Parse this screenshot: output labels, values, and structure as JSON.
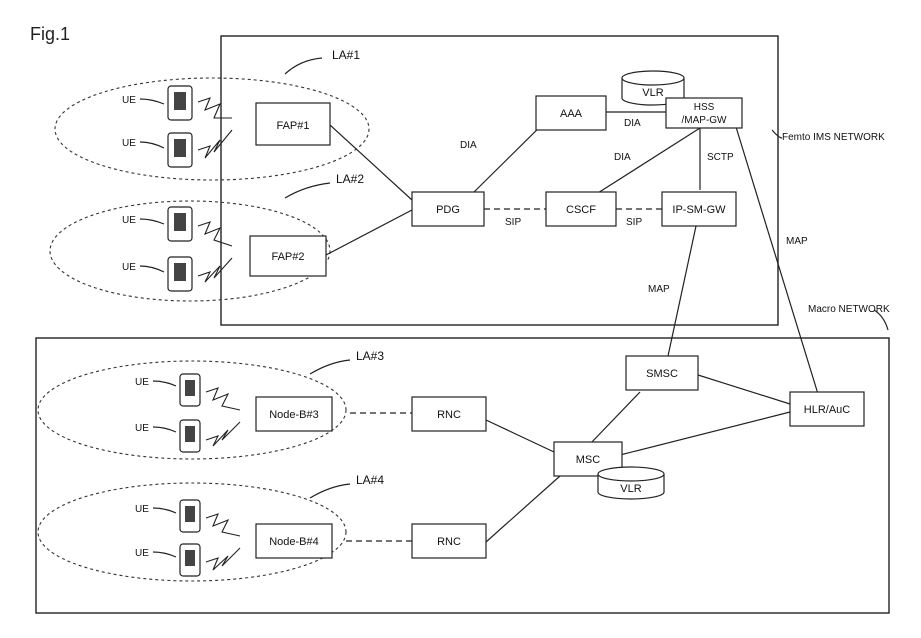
{
  "figure": {
    "label": "Fig.1"
  },
  "networks": {
    "femto": "Femto IMS NETWORK",
    "macro": "Macro NETWORK"
  },
  "location_areas": {
    "la1": "LA#1",
    "la2": "LA#2",
    "la3": "LA#3",
    "la4": "LA#4"
  },
  "ue_label": "UE",
  "nodes": {
    "fap1": "FAP#1",
    "fap2": "FAP#2",
    "pdg": "PDG",
    "aaa": "AAA",
    "vlr_top": "VLR",
    "hss_line1": "HSS",
    "hss_line2": "/MAP-GW",
    "csgf": "CSCF",
    "ipsmgw": "IP-SM-GW",
    "smsc": "SMSC",
    "hlr": "HLR/AuC",
    "nodeb3": "Node-B#3",
    "nodeb4": "Node-B#4",
    "rnc3": "RNC",
    "rnc4": "RNC",
    "msc": "MSC",
    "vlr_bottom": "VLR"
  },
  "protocols": {
    "dia_pdg_aaa": "DIA",
    "dia_aaa_hss": "DIA",
    "dia_csgf_hss": "DIA",
    "sctp": "SCTP",
    "sip_pdg_csgf": "SIP",
    "sip_csgf_ipsm": "SIP",
    "map_ipsm_smsc": "MAP",
    "map_hss_hlr": "MAP"
  }
}
